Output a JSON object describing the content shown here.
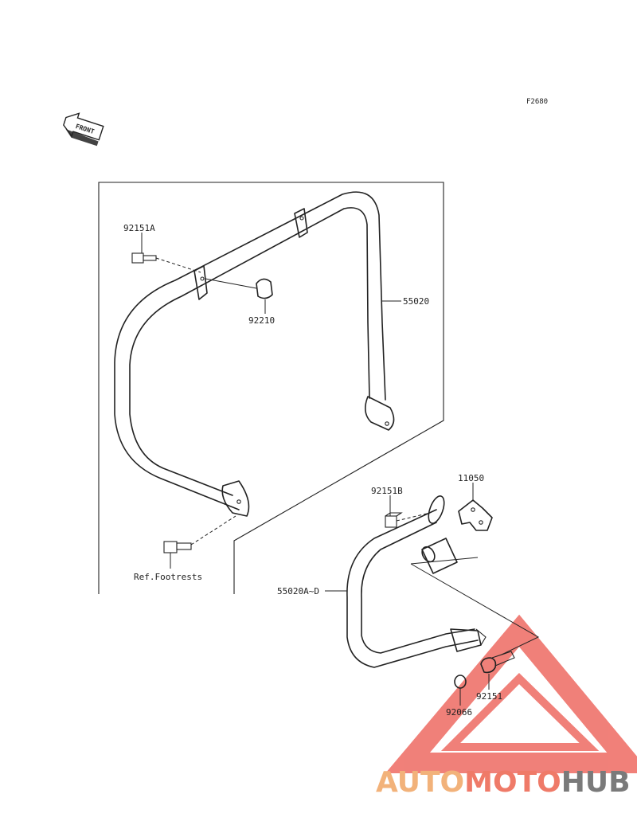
{
  "figure_code": "F2680",
  "front_indicator": "FRONT",
  "labels": {
    "bolt_upper": "92151A",
    "cap_nut": "92210",
    "guard_main": "55020",
    "ref_footrests": "Ref.Footrests",
    "bolt_lower": "92151B",
    "bracket": "11050",
    "guard_rear": "55020A~D",
    "bolt_rear": "92151",
    "washer": "92066"
  },
  "watermark": {
    "part1": "AUTO",
    "part2": "MOTO",
    "part3": "HUB",
    "colors": {
      "auto": "#f2b27a",
      "moto": "#ef7a68",
      "hub": "#7a7a7a",
      "triangle": "#ee6a62"
    }
  }
}
